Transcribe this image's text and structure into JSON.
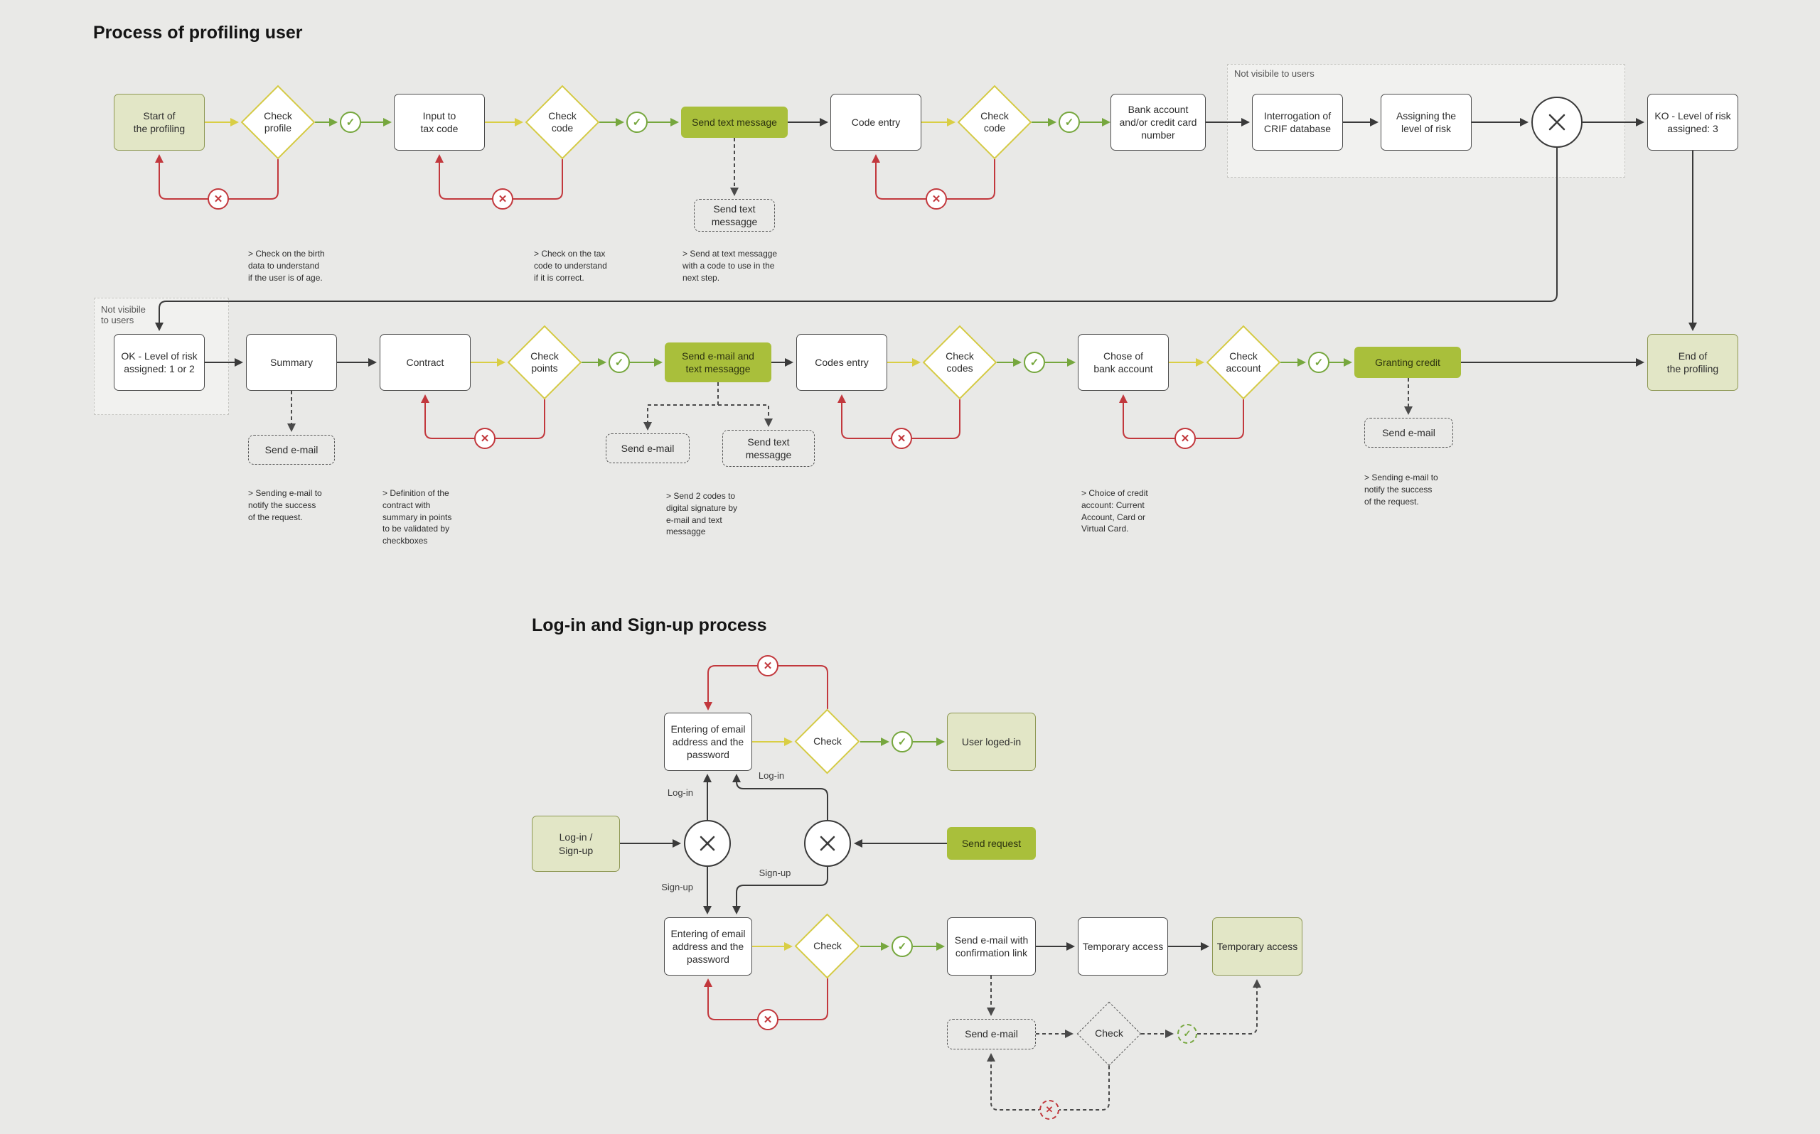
{
  "icons": {
    "check": "✓",
    "cross": "✕"
  },
  "colors": {
    "background": "#e9e9e7",
    "accent_green": "#a9bf3b",
    "line_yellow": "#d9ce45",
    "line_green": "#76a73e",
    "line_red": "#c2383d",
    "line_dark": "#3a3a3a"
  },
  "profiling": {
    "title": "Process of profiling user",
    "region_top": "Not visibile to users",
    "region_left": "Not visibile\nto users",
    "nodes": {
      "start": "Start of\nthe profiling",
      "check_profile": "Check\nprofile",
      "input_tax": "Input to\ntax code",
      "check_code_1": "Check\ncode",
      "send_text_message": "Send text message",
      "code_entry": "Code entry",
      "check_code_2": "Check\ncode",
      "bank_account": "Bank account\nand/or credit card\nnumber",
      "crif": "Interrogation of\nCRIF database",
      "assign_risk": "Assigning the\nlevel of risk",
      "ko_risk": "KO - Level of risk\nassigned: 3",
      "ok_risk": "OK - Level of risk\nassigned: 1 or 2",
      "summary": "Summary",
      "contract": "Contract",
      "check_points": "Check\npoints",
      "send_email_text": "Send e-mail and\ntext messagge",
      "codes_entry": "Codes entry",
      "check_codes": "Check\ncodes",
      "chose_bank": "Chose of\nbank account",
      "check_account": "Check\naccount",
      "granting_credit": "Granting credit",
      "end": "End of\nthe profiling"
    },
    "messages": {
      "send_text_1": "Send text\nmessagge",
      "send_email_1": "Send e-mail",
      "send_email_2": "Send e-mail",
      "send_text_2": "Send text\nmessagge",
      "send_email_3": "Send e-mail"
    },
    "annotations": {
      "a1": "> Check on the birth\ndata to understand\nif the user is of age.",
      "a2": "> Check on the tax\ncode to understand\nif it is correct.",
      "a3": "> Send at text messagge\nwith a code to use in the\nnext step.",
      "a4": "> Sending e-mail to\nnotify the success\nof the request.",
      "a5": "> Definition of the\ncontract with\nsummary in points\nto be validated by\ncheckboxes",
      "a6": "> Send 2 codes to\ndigital signature by\ne-mail and text\nmessagge",
      "a7": "> Choice of credit\naccount: Current\nAccount, Card or\nVirtual Card.",
      "a8": "> Sending e-mail to\nnotify the success\nof the request."
    }
  },
  "login": {
    "title": "Log-in and Sign-up process",
    "nodes": {
      "entering_1": "Entering of email\naddress and the\npassword",
      "check_1": "Check",
      "user_logged_in": "User loged-in",
      "login_signup": "Log-in /\nSign-up",
      "send_request": "Send request",
      "entering_2": "Entering of email\naddress and the\npassword",
      "check_2": "Check",
      "send_email_confirmation": "Send e-mail with\nconfirmation link",
      "temporary_access_1": "Temporary access",
      "temporary_access_2": "Temporary access"
    },
    "messages": {
      "send_email": "Send e-mail",
      "check": "Check"
    },
    "labels": {
      "login_a": "Log-in",
      "login_b": "Log-in",
      "signup_a": "Sign-up",
      "signup_b": "Sign-up"
    }
  }
}
